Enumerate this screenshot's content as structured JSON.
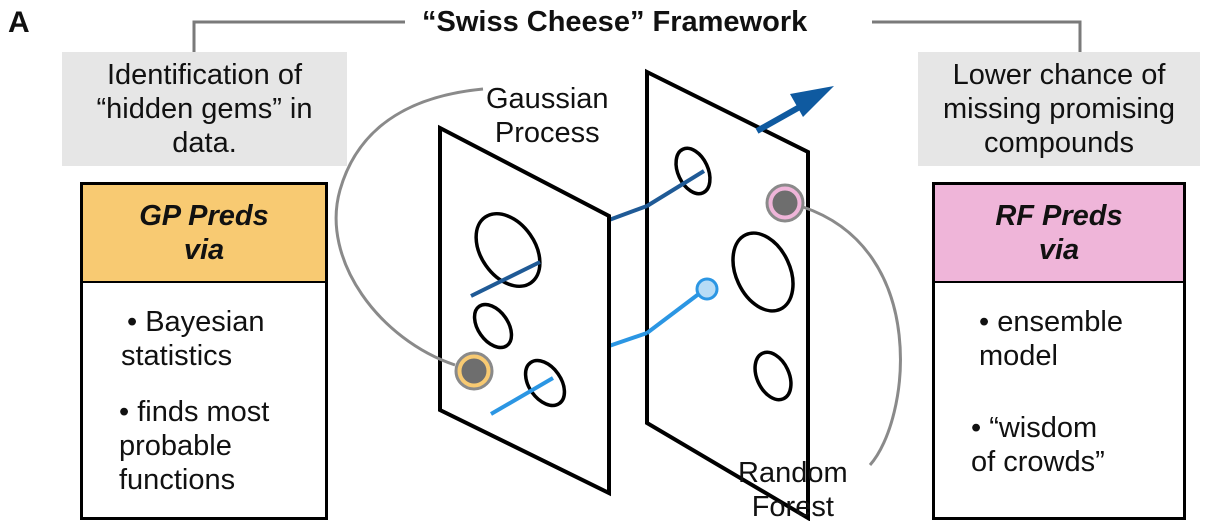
{
  "panel_letter": "A",
  "title": "“Swiss Cheese” Framework",
  "left_note": [
    "Identification of",
    "“hidden gems” in",
    "data."
  ],
  "right_note": [
    "Lower chance of",
    "missing promising",
    "compounds"
  ],
  "gp_box": {
    "head": [
      "GP Preds",
      "via"
    ],
    "bullets": [
      [
        "• Bayesian",
        "statistics"
      ],
      [
        "• finds most",
        "probable",
        "functions"
      ]
    ]
  },
  "rf_box": {
    "head": [
      "RF Preds",
      "via"
    ],
    "bullets": [
      [
        "• ensemble",
        "model"
      ],
      [
        "• “wisdom",
        "of crowds”"
      ]
    ]
  },
  "gp_label": [
    "Gaussian",
    "Process"
  ],
  "rf_label": [
    "Random",
    "Forest"
  ],
  "colors": {
    "gp_fill": "#f8ca72",
    "rf_fill": "#efb5d9",
    "dark_blue": "#1f5a96",
    "light_blue": "#2b96e3",
    "arrow_blue": "#0f5aa0",
    "gray_box": "#e6e6e6",
    "hole_center": "#6e6e6e"
  }
}
